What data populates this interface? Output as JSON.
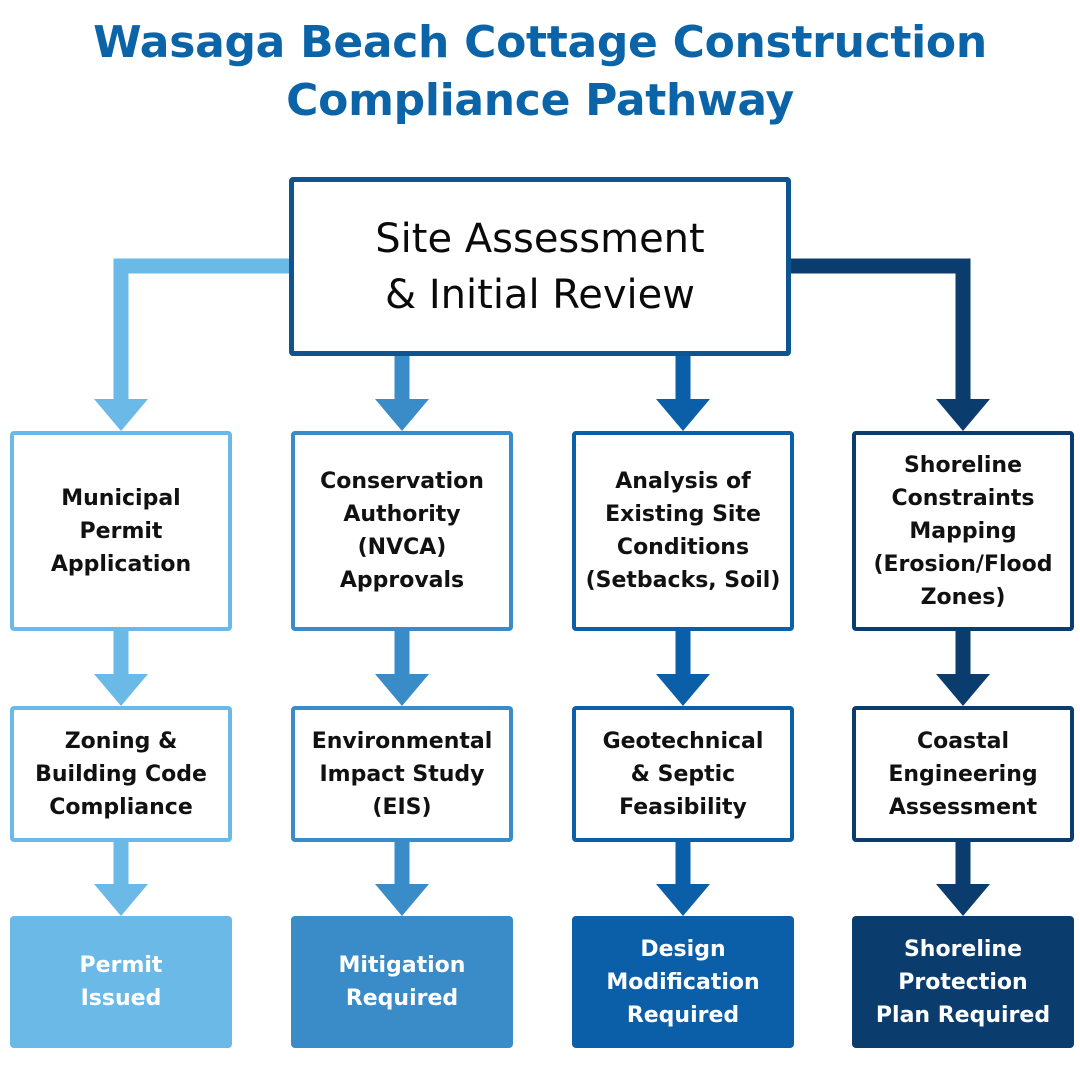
{
  "title": {
    "line1": "Wasaga Beach Cottage Construction",
    "line2": "Compliance Pathway"
  },
  "root": {
    "label": "Site Assessment\n& Initial Review"
  },
  "colors": {
    "title": "#0b64a8",
    "root_border": "#0d5491",
    "columns": [
      "#6ab9e6",
      "#3a8cc8",
      "#0b5fa8",
      "#0b3c6e"
    ]
  },
  "columns": [
    {
      "stage1": "Municipal\nPermit\nApplication",
      "stage2": "Zoning &\nBuilding Code\nCompliance",
      "result": "Permit\nIssued"
    },
    {
      "stage1": "Conservation\nAuthority\n(NVCA)\nApprovals",
      "stage2": "Environmental\nImpact Study\n(EIS)",
      "result": "Mitigation\nRequired"
    },
    {
      "stage1": "Analysis of\nExisting Site\nConditions\n(Setbacks, Soil)",
      "stage2": "Geotechnical\n& Septic\nFeasibility",
      "result": "Design\nModification\nRequired"
    },
    {
      "stage1": "Shoreline\nConstraints\nMapping\n(Erosion/Flood\nZones)",
      "stage2": "Coastal\nEngineering\nAssessment",
      "result": "Shoreline\nProtection\nPlan Required"
    }
  ]
}
